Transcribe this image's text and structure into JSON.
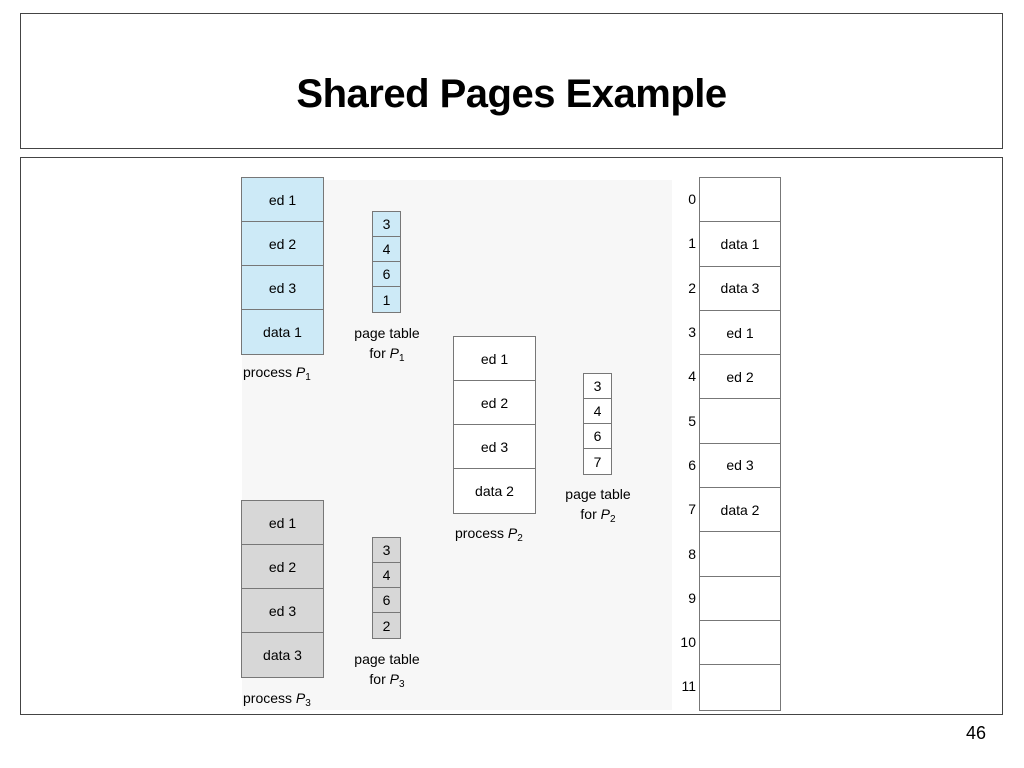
{
  "slide": {
    "title": "Shared Pages Example",
    "page_number": "46"
  },
  "process_p1": {
    "label": "process ",
    "var": "P",
    "sub": "1",
    "cells": [
      "ed 1",
      "ed 2",
      "ed 3",
      "data 1"
    ],
    "color": "#cdeaf7"
  },
  "page_table_p1": {
    "label_line1": "page table",
    "label_line2": "for ",
    "var": "P",
    "sub": "1",
    "entries": [
      "3",
      "4",
      "6",
      "1"
    ]
  },
  "process_p2": {
    "label": "process ",
    "var": "P",
    "sub": "2",
    "cells": [
      "ed 1",
      "ed 2",
      "ed 3",
      "data 2"
    ],
    "color": "#ffffff"
  },
  "page_table_p2": {
    "label_line1": "page table",
    "label_line2": "for ",
    "var": "P",
    "sub": "2",
    "entries": [
      "3",
      "4",
      "6",
      "7"
    ]
  },
  "process_p3": {
    "label": "process ",
    "var": "P",
    "sub": "3",
    "cells": [
      "ed 1",
      "ed 2",
      "ed 3",
      "data 3"
    ],
    "color": "#d7d7d7"
  },
  "page_table_p3": {
    "label_line1": "page table",
    "label_line2": "for ",
    "var": "P",
    "sub": "3",
    "entries": [
      "3",
      "4",
      "6",
      "2"
    ]
  },
  "physical_memory": {
    "frame_numbers": [
      "0",
      "1",
      "2",
      "3",
      "4",
      "5",
      "6",
      "7",
      "8",
      "9",
      "10",
      "11"
    ],
    "frames": [
      "",
      "data 1",
      "data 3",
      "ed 1",
      "ed 2",
      "",
      "ed 3",
      "data 2",
      "",
      "",
      "",
      ""
    ]
  }
}
